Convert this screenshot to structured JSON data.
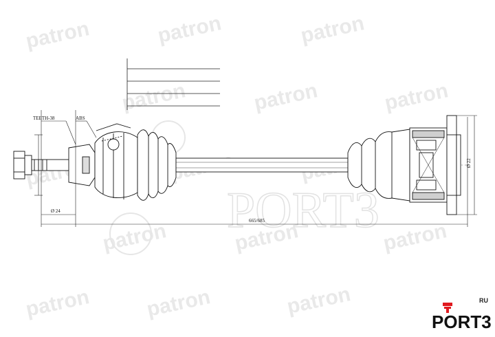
{
  "watermark": {
    "brand": "patron",
    "site": "PORT3"
  },
  "labels": {
    "teeth": "TEETH-38",
    "abs": "ABS",
    "length": "665/685",
    "dim_left": "Ø 24",
    "dim_right": "Ø 22"
  },
  "logo": {
    "tld": "RU",
    "word": "PORT3",
    "accent": "#e0191f"
  }
}
